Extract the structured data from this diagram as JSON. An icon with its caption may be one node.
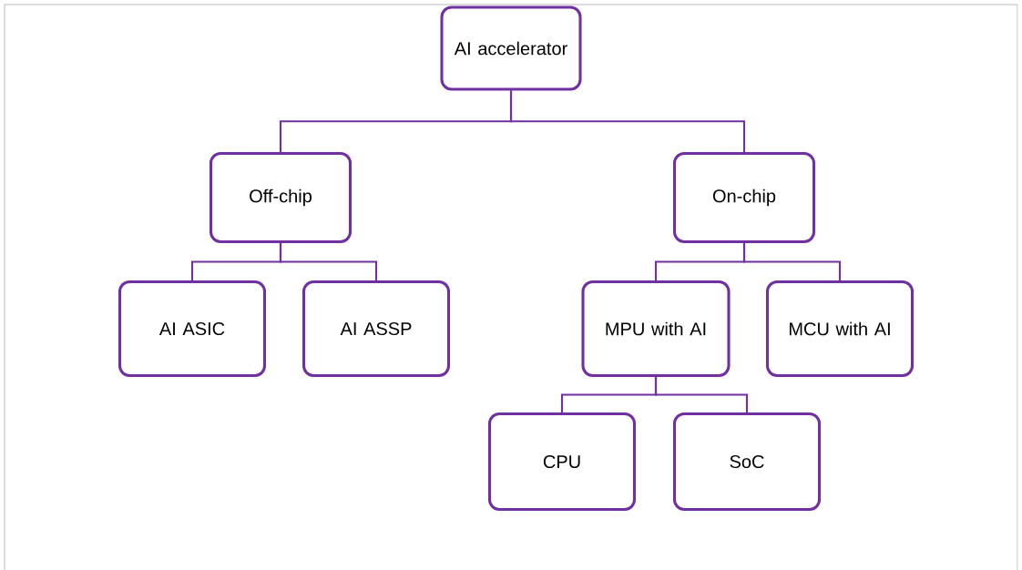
{
  "diagram": {
    "nodes": [
      {
        "text": [
          "AI accelerator"
        ]
      },
      {
        "text": [
          "Off-chip"
        ]
      },
      {
        "text": [
          "On-chip"
        ]
      },
      {
        "text": [
          "AI ASIC"
        ]
      },
      {
        "text": [
          "AI ASSP"
        ]
      },
      {
        "text": [
          "MPU with AI"
        ]
      },
      {
        "text": [
          "MCU with AI"
        ]
      },
      {
        "text": [
          "CPU"
        ]
      },
      {
        "text": [
          "SoC"
        ]
      }
    ],
    "edges": [
      {
        "from": 0,
        "to": 1,
        "arrow": "none"
      },
      {
        "from": 0,
        "to": 2,
        "arrow": "none"
      },
      {
        "from": 1,
        "to": 3,
        "arrow": "none"
      },
      {
        "from": 1,
        "to": 4,
        "arrow": "none"
      },
      {
        "from": 2,
        "to": 5,
        "arrow": "none"
      },
      {
        "from": 2,
        "to": 6,
        "arrow": "none"
      },
      {
        "from": 5,
        "to": 7,
        "arrow": "none"
      },
      {
        "from": 5,
        "to": 8,
        "arrow": "none"
      }
    ]
  }
}
